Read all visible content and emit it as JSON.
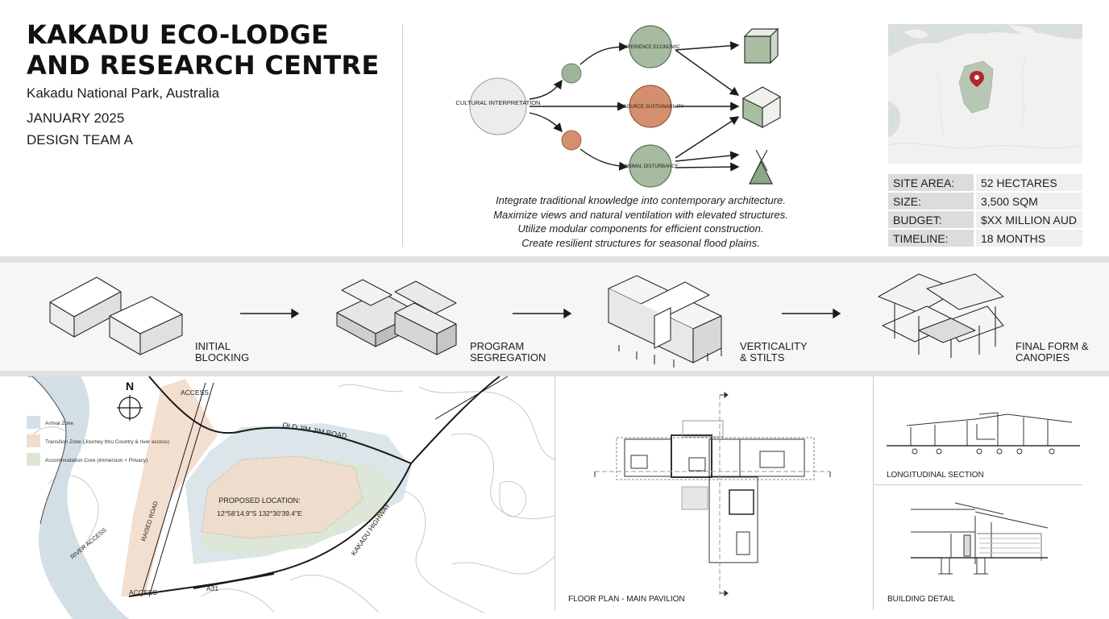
{
  "header": {
    "title": "KAKADU ECO-LODGE AND RESEARCH CENTRE",
    "location": "Kakadu National Park, Australia",
    "date": "JANUARY 2025",
    "team": "DESIGN TEAM A"
  },
  "concept_diagram": {
    "root_node": "CULTURAL INTERPRETATION",
    "nodes": [
      "EXPERIENCE ECONOMIC",
      "RESOURCE SUSTAINABILITY",
      "MINIMAL DISTURBANCE"
    ],
    "goals": [
      "Integrate traditional knowledge into contemporary architecture.",
      "Maximize views and natural ventilation with elevated structures.",
      "Utilize modular components for efficient construction.",
      "Create resilient structures for seasonal flood plains."
    ]
  },
  "site_info": [
    {
      "label": "SITE AREA:",
      "value": "52 HECTARES"
    },
    {
      "label": "SIZE:",
      "value": "3,500 SQM"
    },
    {
      "label": "BUDGET:",
      "value": "$XX MILLION AUD"
    },
    {
      "label": "TIMELINE:",
      "value": "18 MONTHS"
    }
  ],
  "process_steps": [
    "INITIAL BLOCKING",
    "PROGRAM SEGREGATION",
    "VERTICALITY & STILTS",
    "FINAL FORM & CANOPIES"
  ],
  "site_plan": {
    "north": "N",
    "legend": [
      {
        "label": "Arrival Zone",
        "color": "#d5e0e6"
      },
      {
        "label": "Transition Zone (Journey thru Country & river access)",
        "color": "#f2dccb"
      },
      {
        "label": "Accommodation Core (immersion + Privacy)",
        "color": "#dde7d6"
      }
    ],
    "labels": {
      "access_top": "ACCESS",
      "access_bottom": "ACCESS",
      "road_jim": "OLD JIM JIM ROAD",
      "highway": "KAKADU HIGHWAY",
      "raised_road": "RAISED ROAD",
      "river": "RIVER ACCESS",
      "a31": "A31",
      "proposed": "PROPOSED LOCATION:",
      "coords": "12°58'14.9\"S 132°30'39.4\"E"
    }
  },
  "drawings": {
    "floor_plan": "FLOOR PLAN - MAIN PAVILION",
    "section": "LONGITUDINAL SECTION",
    "detail": "BUILDING DETAIL"
  },
  "colors": {
    "sage": "#9fb59a",
    "terracotta": "#d48f6e",
    "water": "#cddbe2"
  }
}
